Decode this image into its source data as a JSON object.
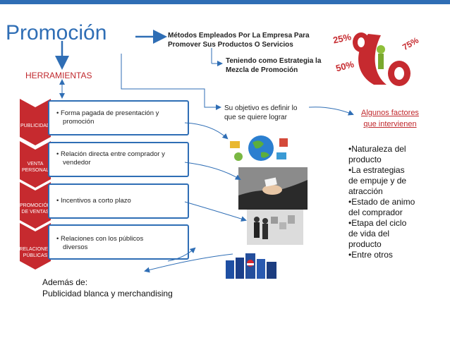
{
  "colors": {
    "accent": "#2f6eb5",
    "chevron": "#c62a2f",
    "red_text": "#c0282d"
  },
  "title": "Promoción",
  "methods_text": [
    "Métodos Empleados Por La Empresa Para",
    "Promover Sus Productos O Servicios"
  ],
  "strategy_text": [
    "Teniendo como Estrategia la",
    "Mezcla de Promoción"
  ],
  "objective_text": [
    "Su objetivo es definir lo",
    "que se quiere lograr"
  ],
  "factors_link": [
    "Algunos factores",
    "que intervienen"
  ],
  "herramientas": "HERRAMIENTAS",
  "tools": [
    {
      "label": "PUBLICIDAD",
      "desc": [
        "• Forma pagada de presentación y",
        "promoción"
      ]
    },
    {
      "label": "VENTA PERSONAL",
      "desc": [
        "• Relación directa entre comprador y",
        "vendedor"
      ]
    },
    {
      "label": "PROMOCIÓN DE VENTAS",
      "desc": [
        "• Incentivos a corto plazo"
      ]
    },
    {
      "label": "RELACIONES PÚBLICAS",
      "desc": [
        "• Relaciones con los públicos",
        "diversos"
      ]
    }
  ],
  "factors": [
    "•Naturaleza del",
    "producto",
    "•La estrategias",
    "de empuje y de",
    "atracción",
    "•Estado de animo",
    "del comprador",
    "•Etapa del ciclo",
    "de vida del",
    "producto",
    "•Entre otros"
  ],
  "bottom_text": [
    "Además de:",
    "Publicidad blanca y merchandising"
  ],
  "percent_badges": [
    "25%",
    "50%",
    "75%"
  ]
}
